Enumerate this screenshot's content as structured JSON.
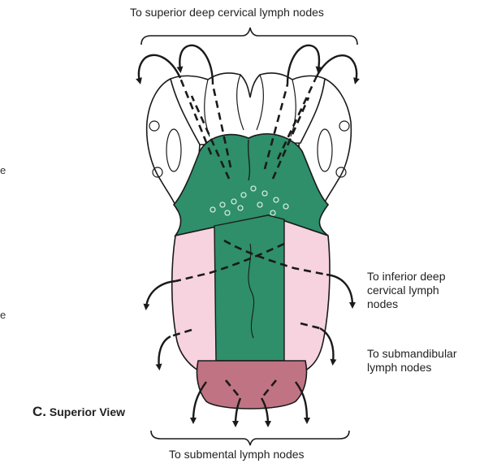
{
  "labels": {
    "superior": "To superior deep cervical lymph nodes",
    "inferior": [
      "To inferior deep",
      "cervical lymph",
      "nodes"
    ],
    "submandibular": [
      "To submandibular",
      "lymph nodes"
    ],
    "submental": "To submental lymph nodes",
    "view_letter": "C.",
    "view_name": "Superior View",
    "edge_fragments": [
      "e",
      "e"
    ]
  },
  "colors": {
    "posterior_region": "#2e8f6a",
    "lateral_margin": "#f6d3df",
    "tip_region": "#c07483",
    "central_region": "#2e8f6a",
    "outline": "#1a1a1a",
    "background": "#ffffff"
  }
}
